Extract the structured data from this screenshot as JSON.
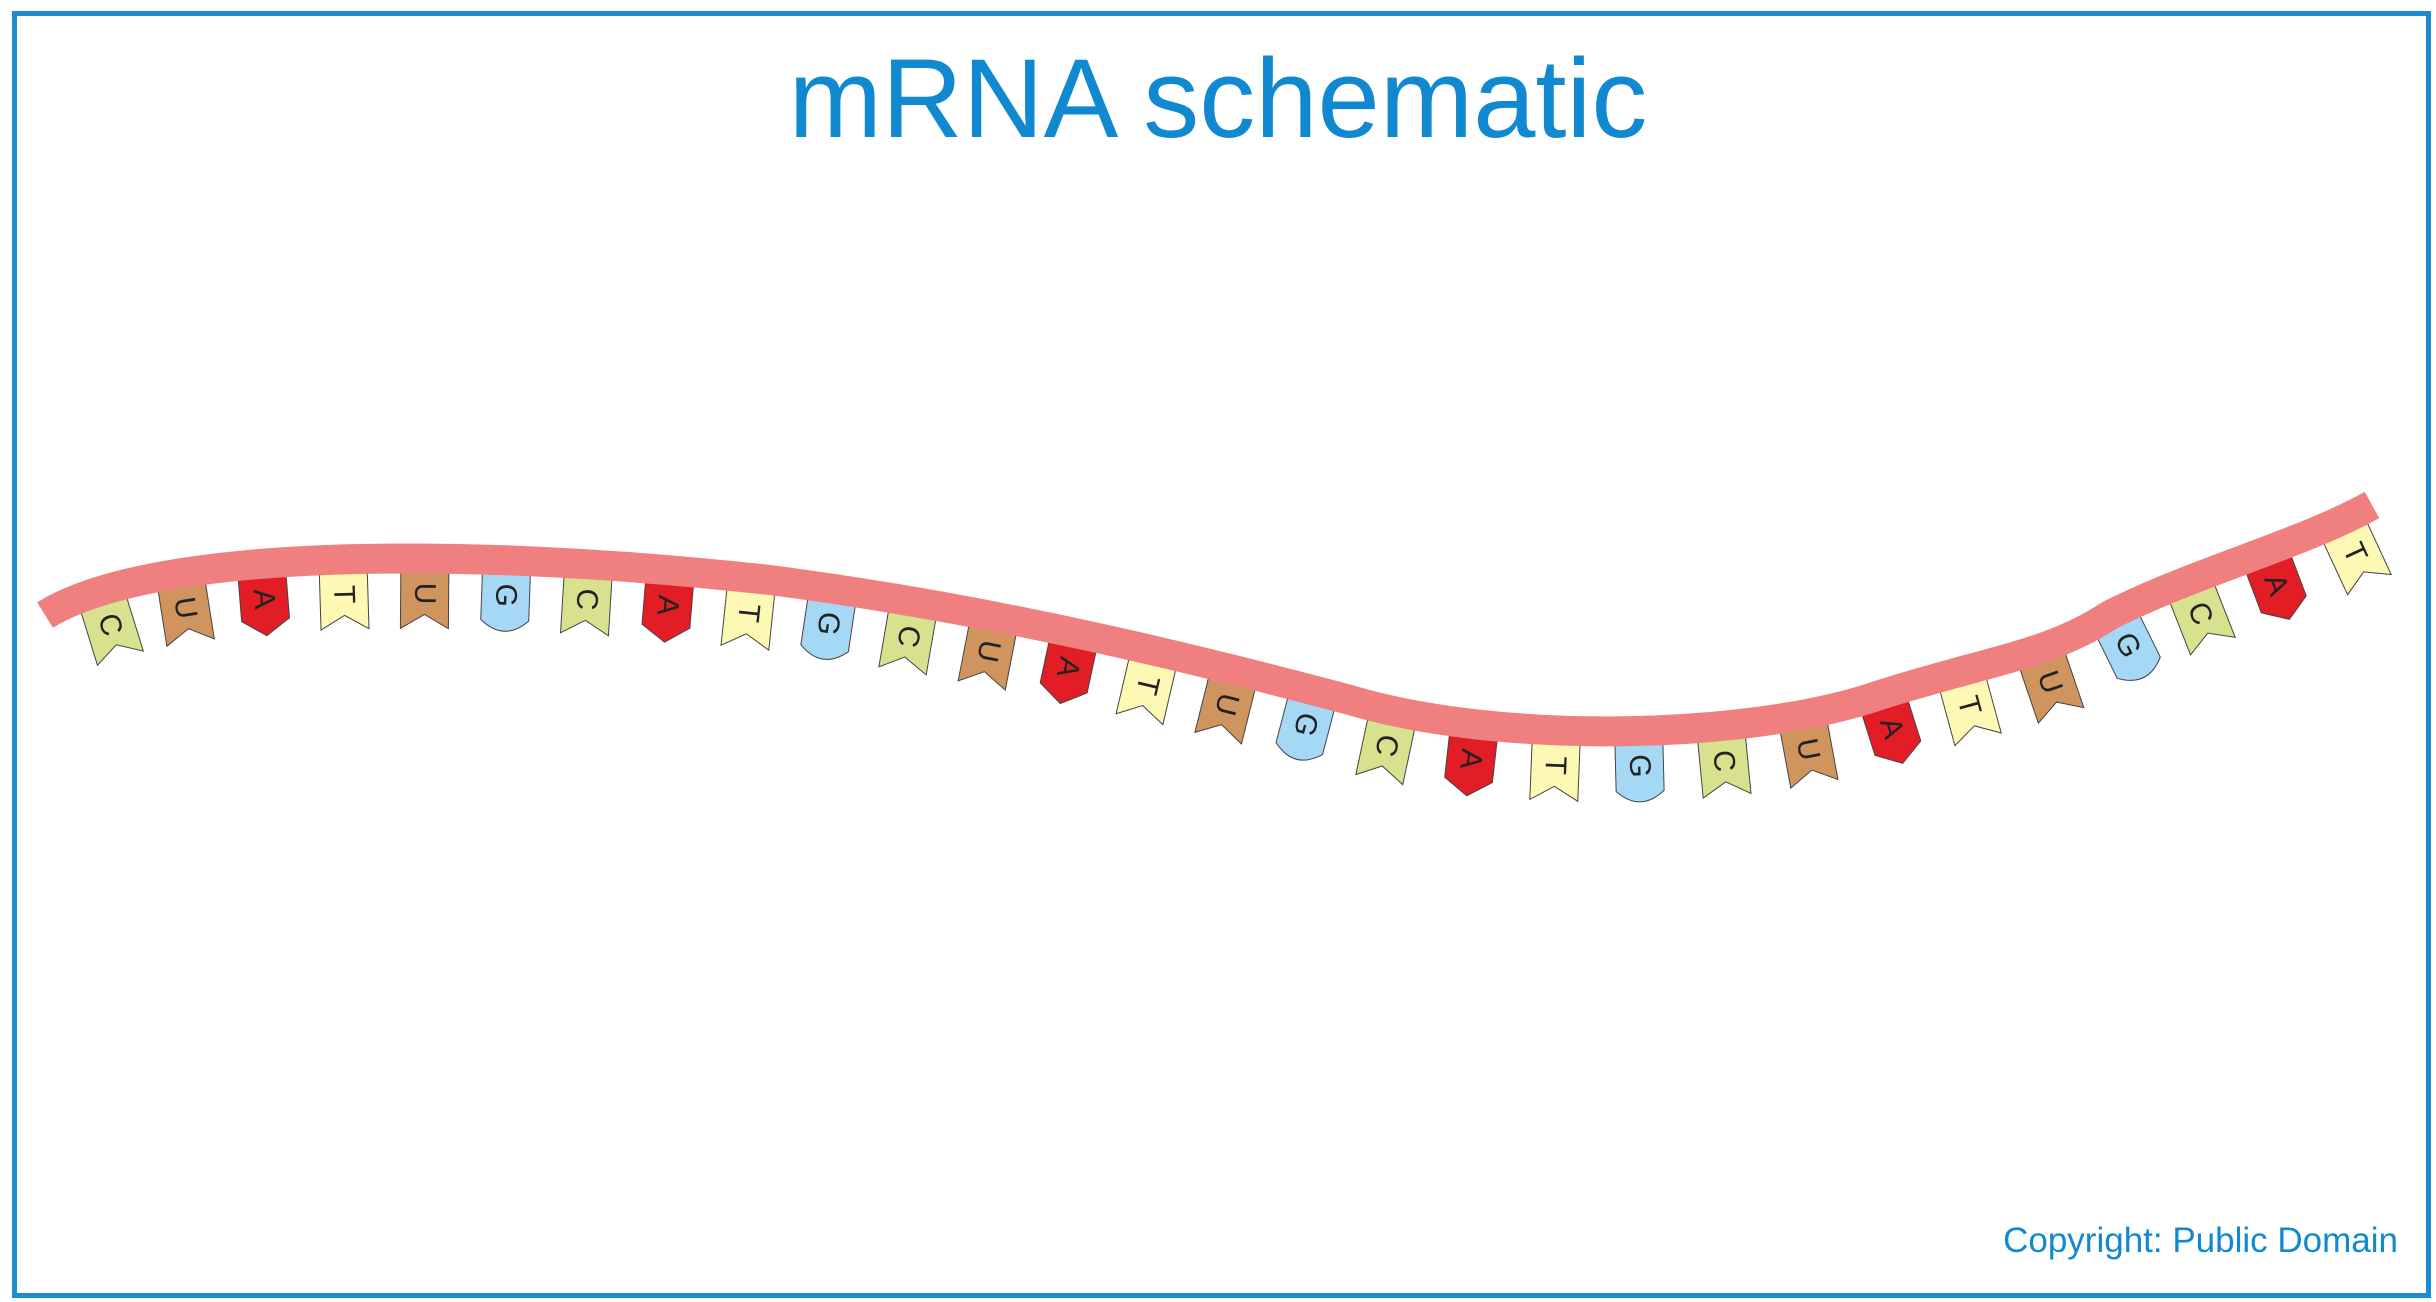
{
  "title": "mRNA schematic",
  "copyright": "Copyright: Public Domain",
  "sequence": [
    "C",
    "U",
    "A",
    "T",
    "U",
    "G",
    "C",
    "A",
    "T",
    "G",
    "C",
    "U",
    "A",
    "T",
    "U",
    "G",
    "C",
    "A",
    "T",
    "G",
    "C",
    "U",
    "A",
    "T",
    "U",
    "G",
    "C",
    "A",
    "T"
  ],
  "base_colors": {
    "A": "#e31d26",
    "C": "#d8e28e",
    "G": "#a5d8f5",
    "T": "#fdf8b4",
    "U": "#d0945f"
  },
  "backbone_color": "#f08080",
  "frame_color": "#1b8dce",
  "title_color": "#1189d0"
}
